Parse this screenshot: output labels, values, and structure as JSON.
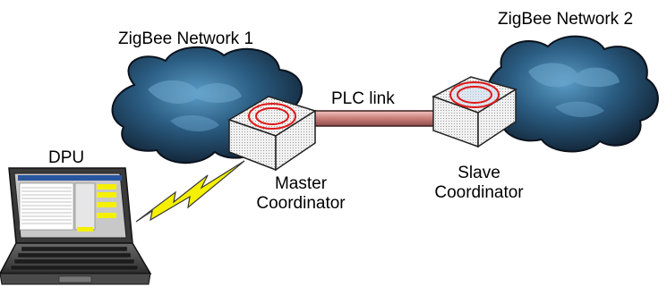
{
  "labels": {
    "network1": "ZigBee Network 1",
    "network2": "ZigBee Network 2",
    "plc_link": "PLC link",
    "dpu": "DPU",
    "master_line1": "Master",
    "master_line2": "Coordinator",
    "slave_line1": "Slave",
    "slave_line2": "Coordinator"
  },
  "colors": {
    "cloud_dark": "#0e1a28",
    "cloud_light": "#4d90bd",
    "plc_link": "#c98480",
    "coordinator_ring": "#e01818",
    "wireless_bolt": "#f4f000"
  },
  "icons": [
    "cloud-icon",
    "coordinator-icon",
    "laptop-icon",
    "wireless-bolt-icon"
  ]
}
